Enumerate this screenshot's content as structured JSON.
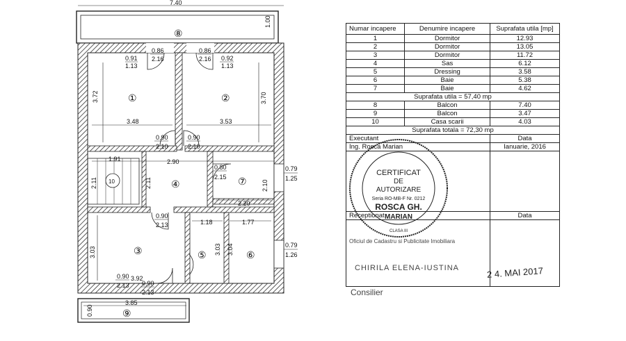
{
  "plan": {
    "overall_width": "7.40",
    "balcony_depth": "1.00",
    "rooms": [
      {
        "id": "1",
        "label": "①"
      },
      {
        "id": "2",
        "label": "②"
      },
      {
        "id": "3",
        "label": "③"
      },
      {
        "id": "4",
        "label": "④"
      },
      {
        "id": "5",
        "label": "⑤"
      },
      {
        "id": "6",
        "label": "⑥"
      },
      {
        "id": "7",
        "label": "⑦"
      },
      {
        "id": "8",
        "label": "⑧"
      },
      {
        "id": "9",
        "label": "⑨"
      },
      {
        "id": "10",
        "label": "10"
      }
    ],
    "dims": {
      "w1": "0.91",
      "h1": "1.13",
      "d1a": "0.86",
      "d1b": "2.16",
      "d2a": "0.86",
      "d2b": "2.16",
      "w2": "0.92",
      "h2": "1.13",
      "r1_h": "3.72",
      "r2_h": "3.70",
      "r1_w": "3.48",
      "r2_w": "3.53",
      "dc1a": "0.90",
      "dc1b": "2.10",
      "dc2a": "0.90",
      "dc2b": "2.10",
      "hall_w": "2.90",
      "stair_w": "1.91",
      "stair_h": "2.11",
      "hall_h": "2.11",
      "d7a": "0.80",
      "d7b": "2.15",
      "r7_h": "2.10",
      "r7_w": "2.20",
      "wr_a": "0.79",
      "wr_b": "1.25",
      "d3a": "0.90",
      "d3b": "2.13",
      "r5_w": "1.18",
      "r6_w": "1.77",
      "r3_h": "3.03",
      "r5_h": "3.03",
      "r6_h": "3.04",
      "wr2_a": "0.79",
      "wr2_b": "1.26",
      "w3a": "0.90",
      "w3b": "2.13",
      "r3_w": "3.92",
      "d9a": "0.90",
      "d9b": "2.13",
      "bal_w": "3.85",
      "bal_h": "0.90"
    }
  },
  "table": {
    "headers": [
      "Numar incapere",
      "Denumire incapere",
      "Suprafata utila [mp]"
    ],
    "rows": [
      {
        "nr": "1",
        "name": "Dormitor",
        "area": "12.93"
      },
      {
        "nr": "2",
        "name": "Dormitor",
        "area": "13.05"
      },
      {
        "nr": "3",
        "name": "Dormitor",
        "area": "11.72"
      },
      {
        "nr": "4",
        "name": "Sas",
        "area": "6.12"
      },
      {
        "nr": "5",
        "name": "Dressing",
        "area": "3.58"
      },
      {
        "nr": "6",
        "name": "Baie",
        "area": "5.38"
      },
      {
        "nr": "7",
        "name": "Baie",
        "area": "4.62"
      }
    ],
    "util_total": "Suprafata utila = 57,40 mp",
    "rows2": [
      {
        "nr": "8",
        "name": "Balcon",
        "area": "7.40"
      },
      {
        "nr": "9",
        "name": "Balcon",
        "area": "3.47"
      },
      {
        "nr": "10",
        "name": "Casa scarii",
        "area": "4.03"
      }
    ],
    "grand_total": "Suprafata totala = 72,30 mp",
    "executant_label": "Executant",
    "date_label": "Data",
    "executant_name": "Ing. Rosca Marian",
    "executant_date": "Ianuarie, 2016",
    "receptionat_label": "Receptionat",
    "date_label2": "Data",
    "office": "Oficiul de Cadastru si Publicitate Imobiliara",
    "signer": "CHIRILA ELENA-IUSTINA",
    "role": "Consilier",
    "recv_date": "2 4. MAI 2017"
  },
  "stamp": {
    "line1": "CERTIFICAT",
    "line2": "DE",
    "line3": "AUTORIZARE",
    "line4": "Seria RO-MB-F Nr. 0212",
    "line5": "ROSCA GH.",
    "line6": "MARIAN",
    "ring": "persoana fizica autorizata sa execute lucrari de cadastru, geodezie si cartografie",
    "cls": "CLASA III"
  }
}
